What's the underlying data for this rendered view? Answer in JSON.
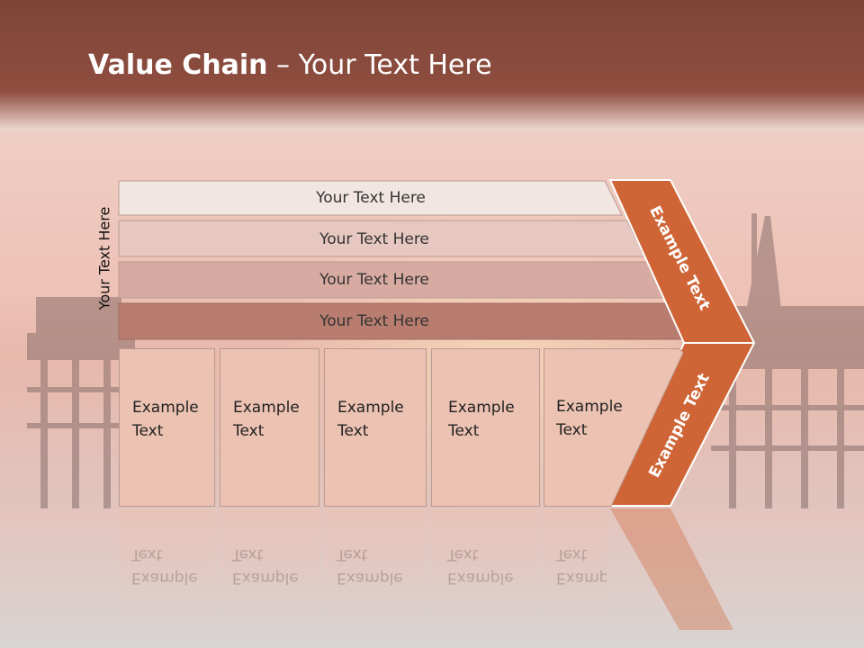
{
  "slide": {
    "title_bold": "Value Chain",
    "title_rest": " – Your Text Here",
    "side_label": "Your Text Here",
    "bars": [
      {
        "label": "Your Text Here"
      },
      {
        "label": "Your Text Here"
      },
      {
        "label": "Your Text Here"
      },
      {
        "label": "Your Text Here"
      }
    ],
    "columns": [
      {
        "line1": "Example",
        "line2": "Text"
      },
      {
        "line1": "Example",
        "line2": "Text"
      },
      {
        "line1": "Example",
        "line2": "Text"
      },
      {
        "line1": "Example",
        "line2": "Text"
      },
      {
        "line1": "Example",
        "line2": "Text"
      }
    ],
    "chevron_top_label": "Example Text",
    "chevron_bottom_label": "Example Text",
    "colors": {
      "header": "#8b4a3c",
      "accent": "#cf6536",
      "bar1": "#f2e6e2",
      "bar2": "#e6c8c1",
      "bar3": "#d7aba1",
      "bar4": "#b97d70",
      "column": "#ecc2b2"
    }
  }
}
